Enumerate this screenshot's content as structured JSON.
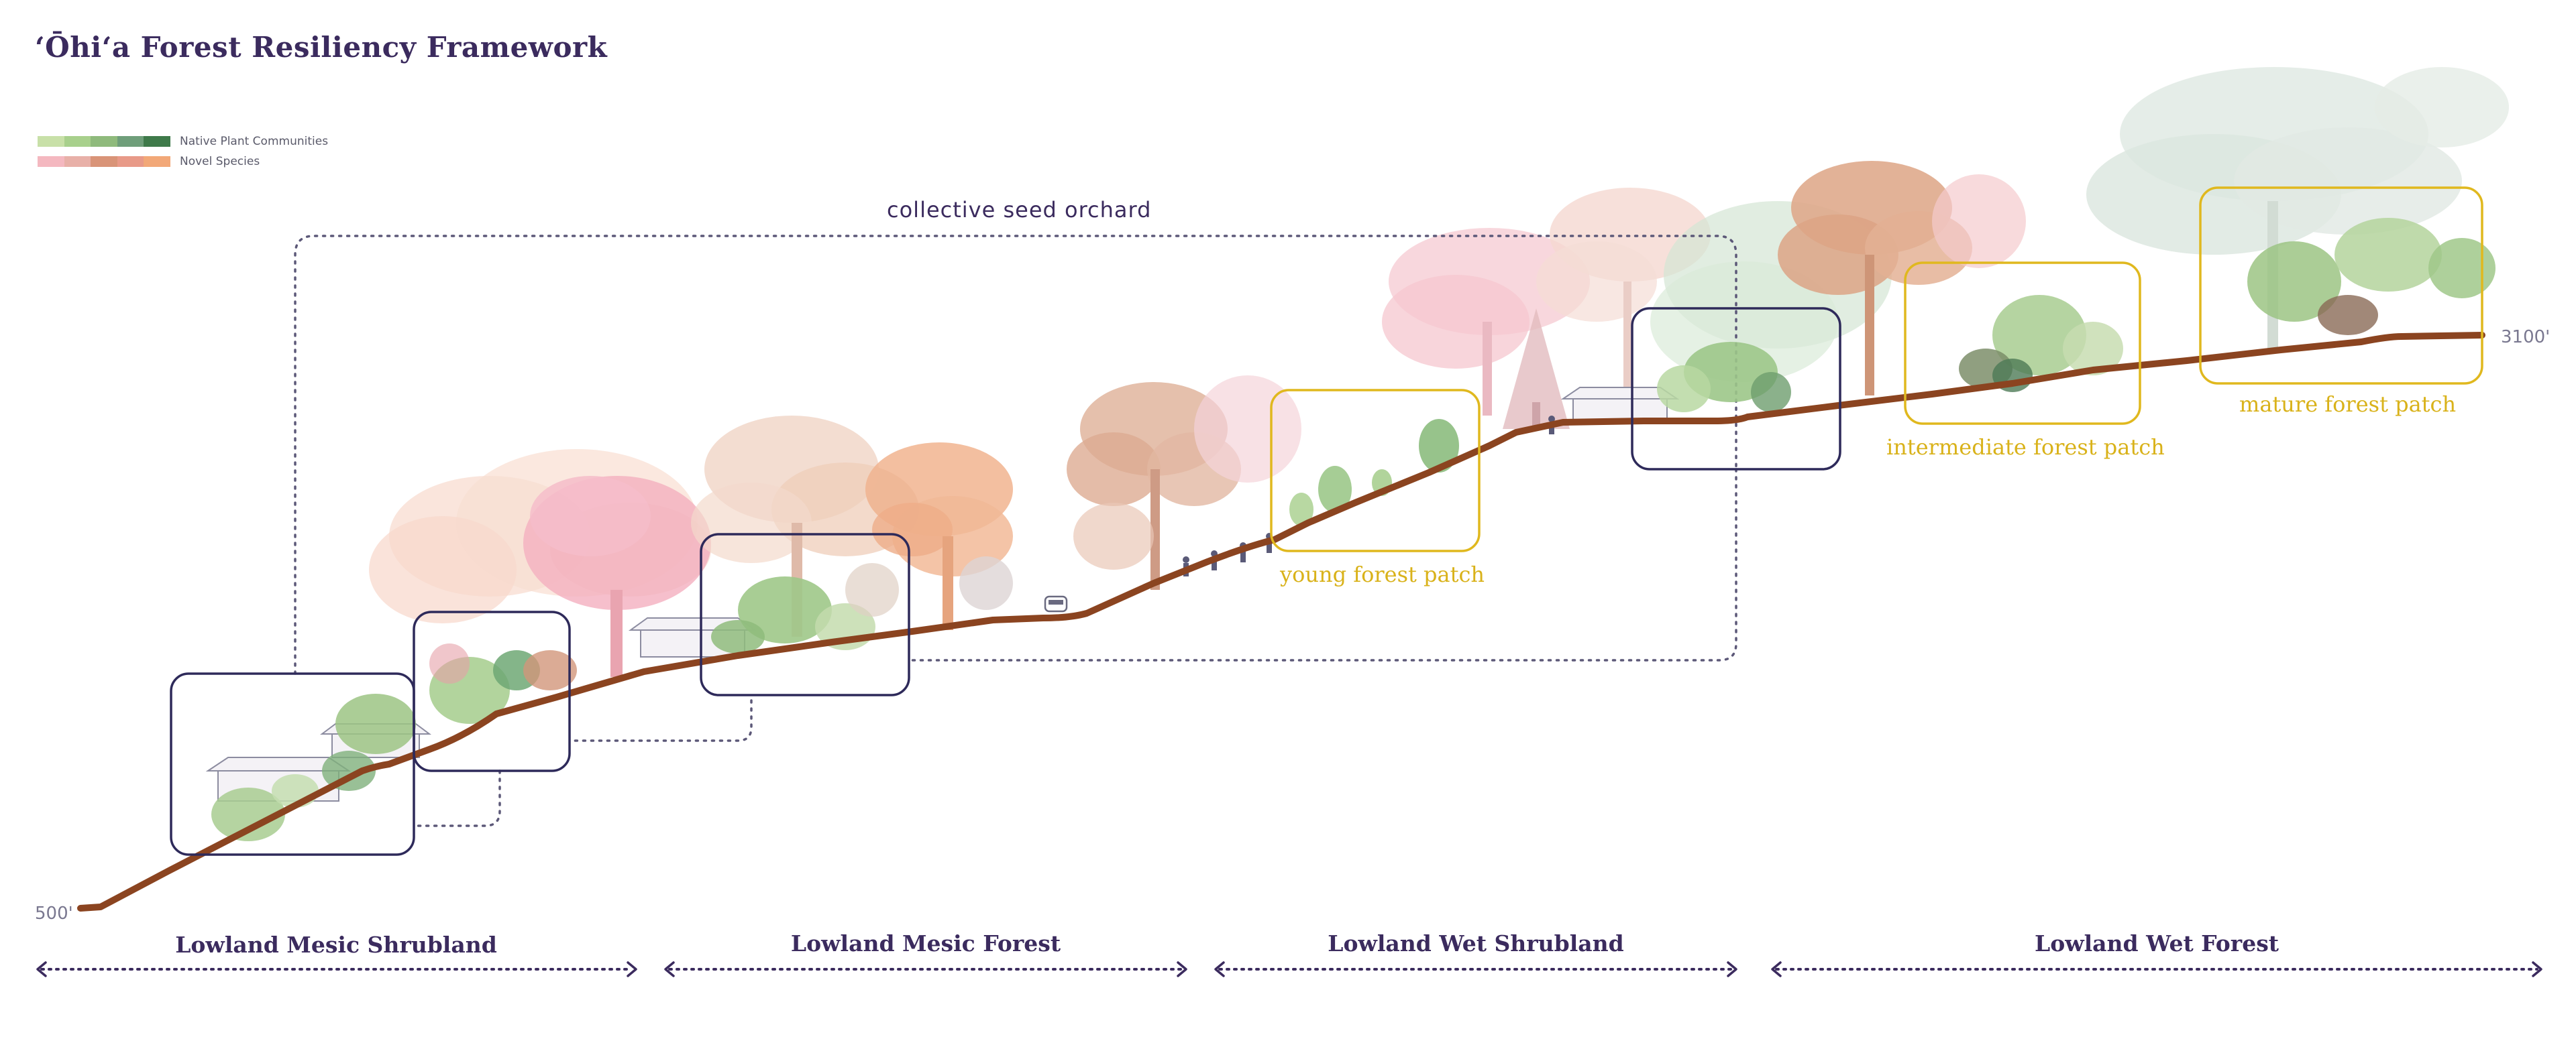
{
  "title": "ʻŌhiʻa Forest Resiliency Framework",
  "legend": {
    "native": {
      "label": "Native Plant Communities",
      "colors": [
        "#c8e0a8",
        "#a8d08c",
        "#8fba7c",
        "#6f9e7a",
        "#3f7a4a"
      ]
    },
    "novel": {
      "label": "Novel Species",
      "colors": [
        "#f4b8c0",
        "#e8b0a8",
        "#d99478",
        "#e89a88",
        "#f2a878"
      ]
    }
  },
  "elevation": {
    "low": "500'",
    "high": "3100'"
  },
  "orchard_label": "collective seed orchard",
  "patches": {
    "young": "young forest patch",
    "intermediate": "intermediate forest patch",
    "mature": "mature forest patch"
  },
  "zones": [
    {
      "label": "Lowland Mesic Shrubland"
    },
    {
      "label": "Lowland Mesic Forest"
    },
    {
      "label": "Lowland Wet Shrubland"
    },
    {
      "label": "Lowland Wet Forest"
    }
  ],
  "colors": {
    "ground": "#8b4420",
    "frame": "#2e2a5a",
    "patch": "#e0b81e",
    "text": "#3b2b5e"
  }
}
